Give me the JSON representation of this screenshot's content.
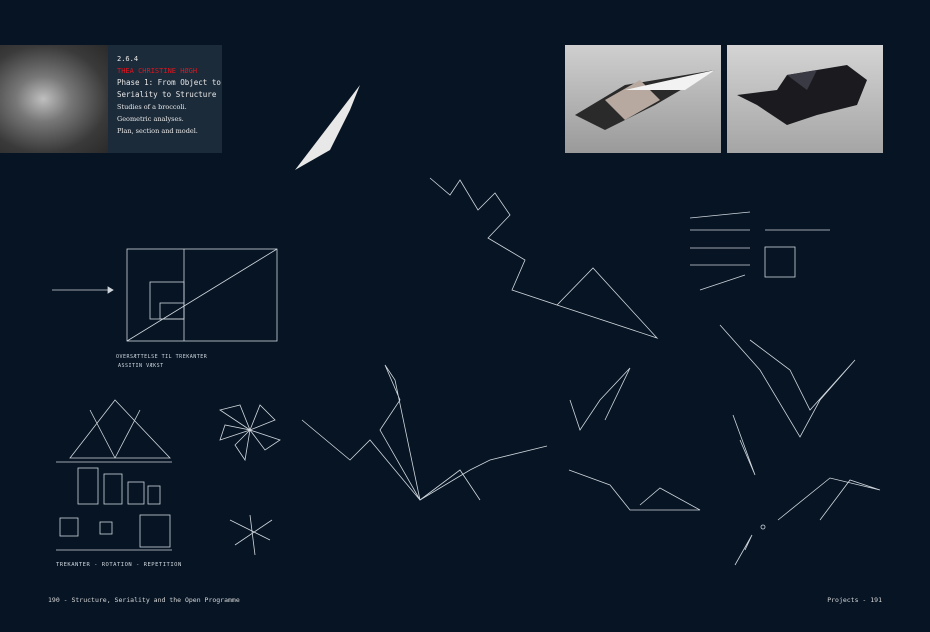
{
  "caption": {
    "section_number": "2.6.4",
    "author": "THEA CHRISTINE HØGH",
    "title_line1": "Phase 1: From Object to",
    "title_line2": "Seriality to Structure",
    "desc_line1": "Studies of a broccoli.",
    "desc_line2": "Geometric analyses.",
    "desc_line3": "Plan, section and model."
  },
  "sketch_labels": {
    "translation_line1": "OVERSÆTTELSE TIL TREKANTER",
    "translation_line2": "ASSITIN VÆKST",
    "rotation": "TREKANTER - ROTATION - REPETITION"
  },
  "footer": {
    "left": "190 - Structure, Seriality and the Open Programme",
    "right": "Projects - 191"
  }
}
